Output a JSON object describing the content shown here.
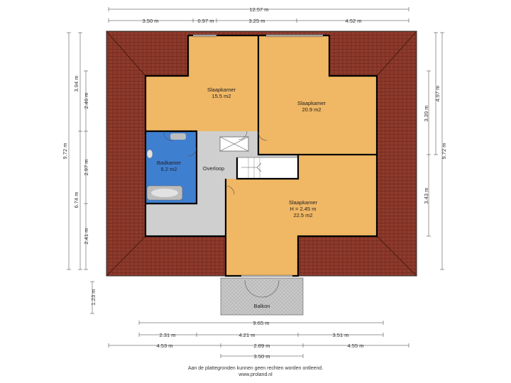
{
  "rooms": {
    "slaapkamer_left": {
      "name": "Slaapkamer",
      "area": "15.5 m2"
    },
    "slaapkamer_right": {
      "name": "Slaapkamer",
      "area": "20.9 m2"
    },
    "slaapkamer_bottom": {
      "name": "Slaapkamer",
      "height": "H = 2.45 m",
      "area": "22.5 m2"
    },
    "badkamer": {
      "name": "Badkamer",
      "area": "6.2 m2"
    },
    "overloop": {
      "name": "Overloop"
    },
    "balkon": {
      "name": "Balkon"
    }
  },
  "dimensions": {
    "top_total": "12.57 m",
    "top_segments": [
      "3.50 m",
      "0.97 m",
      "3.25 m",
      "4.52 m"
    ],
    "left_outer": "9.72 m",
    "left_inner_1": [
      "3.94 m",
      "6.74 m"
    ],
    "left_inner_2": [
      "2.46 m",
      "2.97 m",
      "2.41 m"
    ],
    "left_balcony": "1.23 m",
    "right_outer": "9.72 m",
    "right_inner": [
      "4.97 m"
    ],
    "right_inner_2": [
      "3.39 m",
      "3.43 m"
    ],
    "bottom_row_1": "9.65 m",
    "bottom_row_2": [
      "2.31 m",
      "4.21 m",
      "3.51 m"
    ],
    "bottom_row_3": [
      "4.53 m",
      "2.89 m",
      "4.55 m"
    ],
    "bottom_row_4": "3.50 m"
  },
  "colors": {
    "roof": "#8e3a2c",
    "room": "#f0b764",
    "bath": "#3f7fd0",
    "hall": "#cfcfcf",
    "balcony": "#c8c8c8",
    "wall": "#000000"
  },
  "footer": {
    "disclaimer": "Aan de plattegronden kunnen geen rechten worden ontleend.",
    "website": "www.proland.nl"
  }
}
